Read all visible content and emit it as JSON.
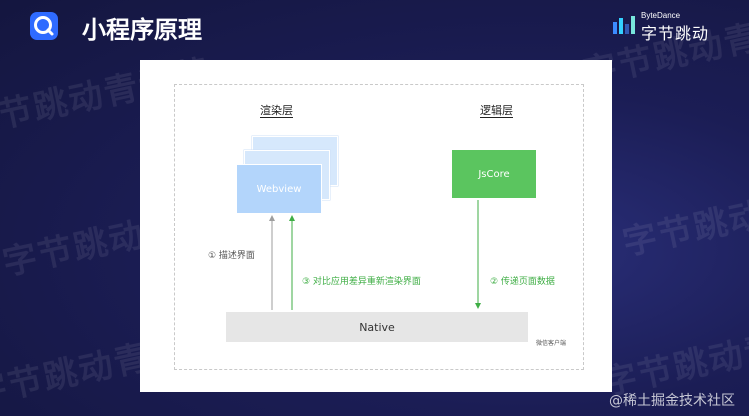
{
  "slide": {
    "title": "小程序原理",
    "brand_en": "ByteDance",
    "brand_cn": "字节跳动",
    "background_watermark": "字节跳动青训营",
    "footer_watermark": "@稀土掘金技术社区"
  },
  "diagram": {
    "render_layer_title": "渲染层",
    "logic_layer_title": "逻辑层",
    "webview_label": "Webview",
    "jscore_label": "JsCore",
    "native_label": "Native",
    "native_note": "微信客户端",
    "edges": {
      "describe_ui": "① 描述界面",
      "transfer_data": "② 传递页面数据",
      "diff_rerender": "③ 对比应用差异重新渲染界面"
    }
  },
  "colors": {
    "background": "#1b1d55",
    "webview": "#b3d5fb",
    "jscore": "#5bc55f",
    "native": "#e6e6e6",
    "accent_green": "#3fae45",
    "arrow_gray": "#9e9e9e"
  }
}
